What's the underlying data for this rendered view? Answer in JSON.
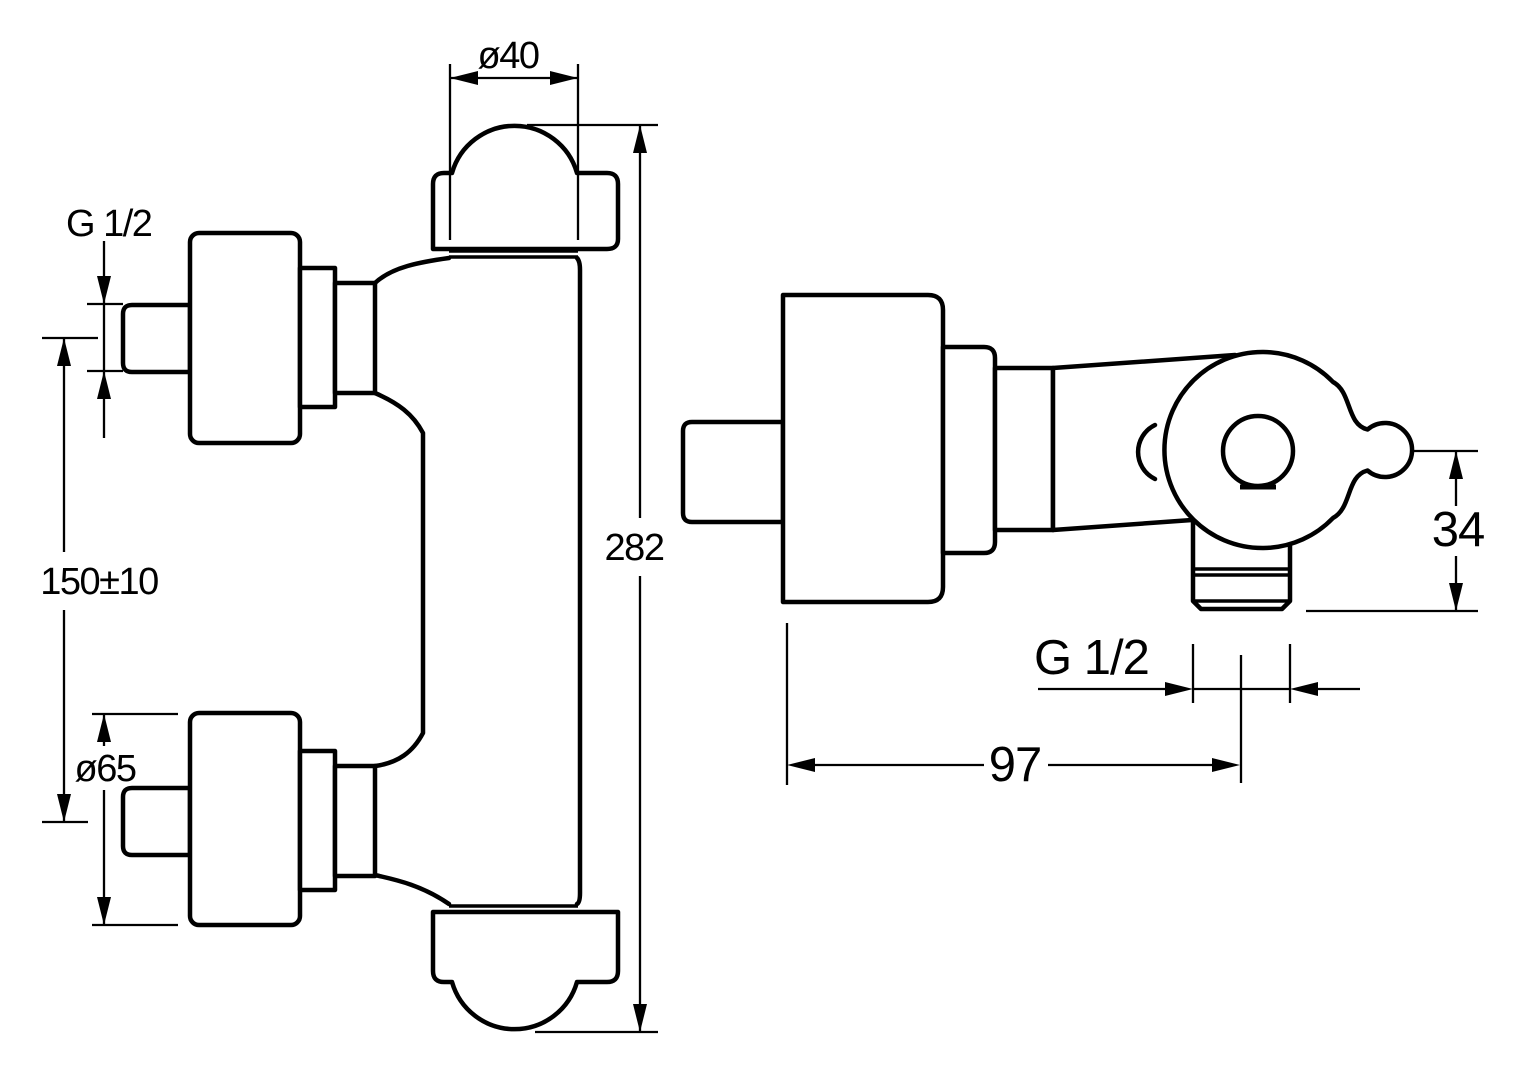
{
  "page": {
    "background": "#ffffff",
    "line_color": "#000000"
  },
  "front_view": {
    "labels": {
      "top_diameter": "ø40",
      "inlet_thread": "G 1/2",
      "inlet_spacing": "150±10",
      "escutcheon_diameter": "ø65",
      "overall_height": "282"
    }
  },
  "side_view": {
    "labels": {
      "outlet_thread": "G 1/2",
      "depth": "97",
      "outlet_drop": "34"
    }
  }
}
